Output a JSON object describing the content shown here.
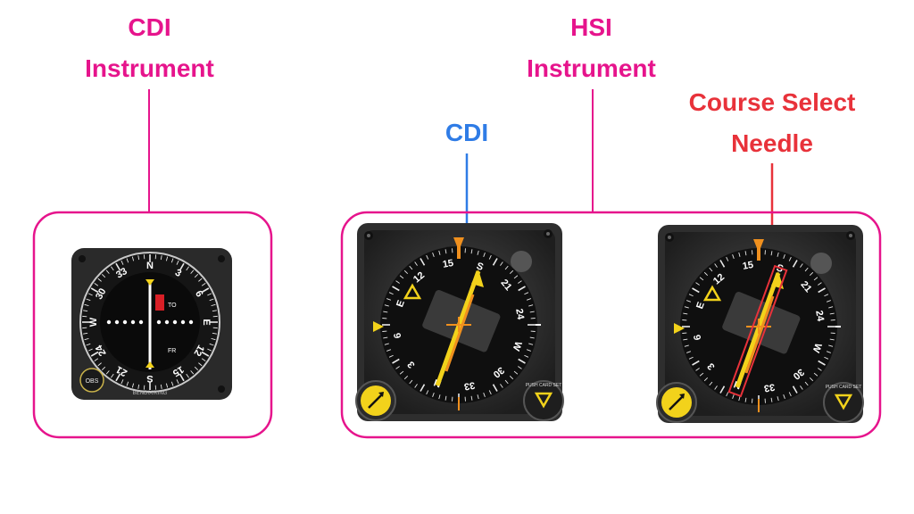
{
  "cdi_callout": {
    "line1": "CDI",
    "line2": "Instrument"
  },
  "hsi_callout": {
    "line1": "HSI",
    "line2": "Instrument"
  },
  "hsi_cdi_callout": "CDI",
  "course_select_callout": {
    "line1": "Course Select",
    "line2": "Needle"
  },
  "cdi_instrument": {
    "scale_labels": [
      "33",
      "N",
      "3",
      "6",
      "E",
      "12",
      "15",
      "S",
      "21",
      "24",
      "W",
      "30"
    ],
    "to_label": "TO",
    "from_label": "FR",
    "knob_label": "OBS",
    "brand": "BENDIX/KING"
  },
  "hsi_instrument": {
    "scale_labels": [
      "S",
      "21",
      "24",
      "W",
      "30",
      "33",
      "N",
      "3",
      "6",
      "E",
      "12",
      "15"
    ],
    "knob_label": "PUSH CARD SET"
  },
  "colors": {
    "annotation_pink": "#e6148c",
    "annotation_blue": "#2f7ce6",
    "annotation_red": "#e8323a",
    "needle_yellow": "#f2d21b",
    "lubber_orange": "#f0901e"
  }
}
